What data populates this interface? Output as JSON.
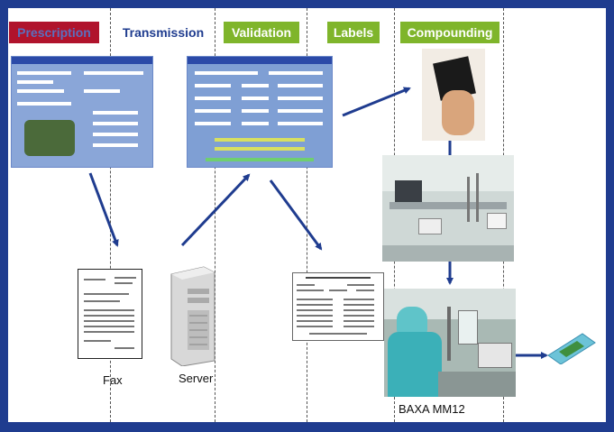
{
  "stages": [
    {
      "id": "prescription",
      "label": "Prescription"
    },
    {
      "id": "transmission",
      "label": "Transmission"
    },
    {
      "id": "validation",
      "label": "Validation"
    },
    {
      "id": "labels",
      "label": "Labels"
    },
    {
      "id": "compounding",
      "label": "Compounding"
    }
  ],
  "captions": {
    "fax": "Fax",
    "server": "Server",
    "baxa": "BAXA MM12"
  },
  "colors": {
    "frame": "#1f3c8f",
    "prescription_bg": "#b0132c",
    "stage_green": "#7fb52b",
    "arrow": "#1f3c8f"
  }
}
